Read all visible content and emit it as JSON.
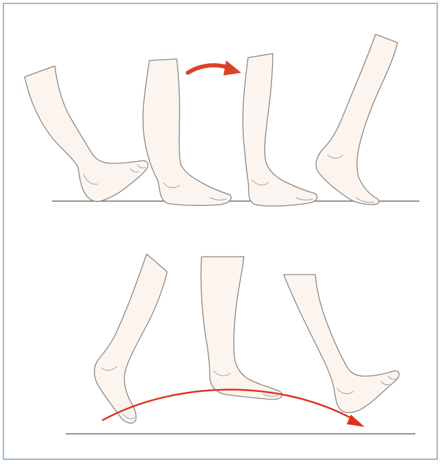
{
  "figure": {
    "rows": [
      {
        "name": "top-row",
        "poses": [
          "heel-strike",
          "foot-flat",
          "mid-stance",
          "heel-off"
        ]
      },
      {
        "name": "bottom-row",
        "poses": [
          "toe-off",
          "mid-swing",
          "terminal-swing"
        ]
      }
    ],
    "colors": {
      "frame_border": "#9bb6cf",
      "skin": "#fbf4ef",
      "outline": "#8a8580",
      "ground": "#6e6e6e",
      "arrow_top": "#d9432b",
      "arrow_bottom": "#e0301e"
    },
    "icons": [
      "curved-arrow-icon",
      "swing-arc-arrow-icon"
    ]
  }
}
